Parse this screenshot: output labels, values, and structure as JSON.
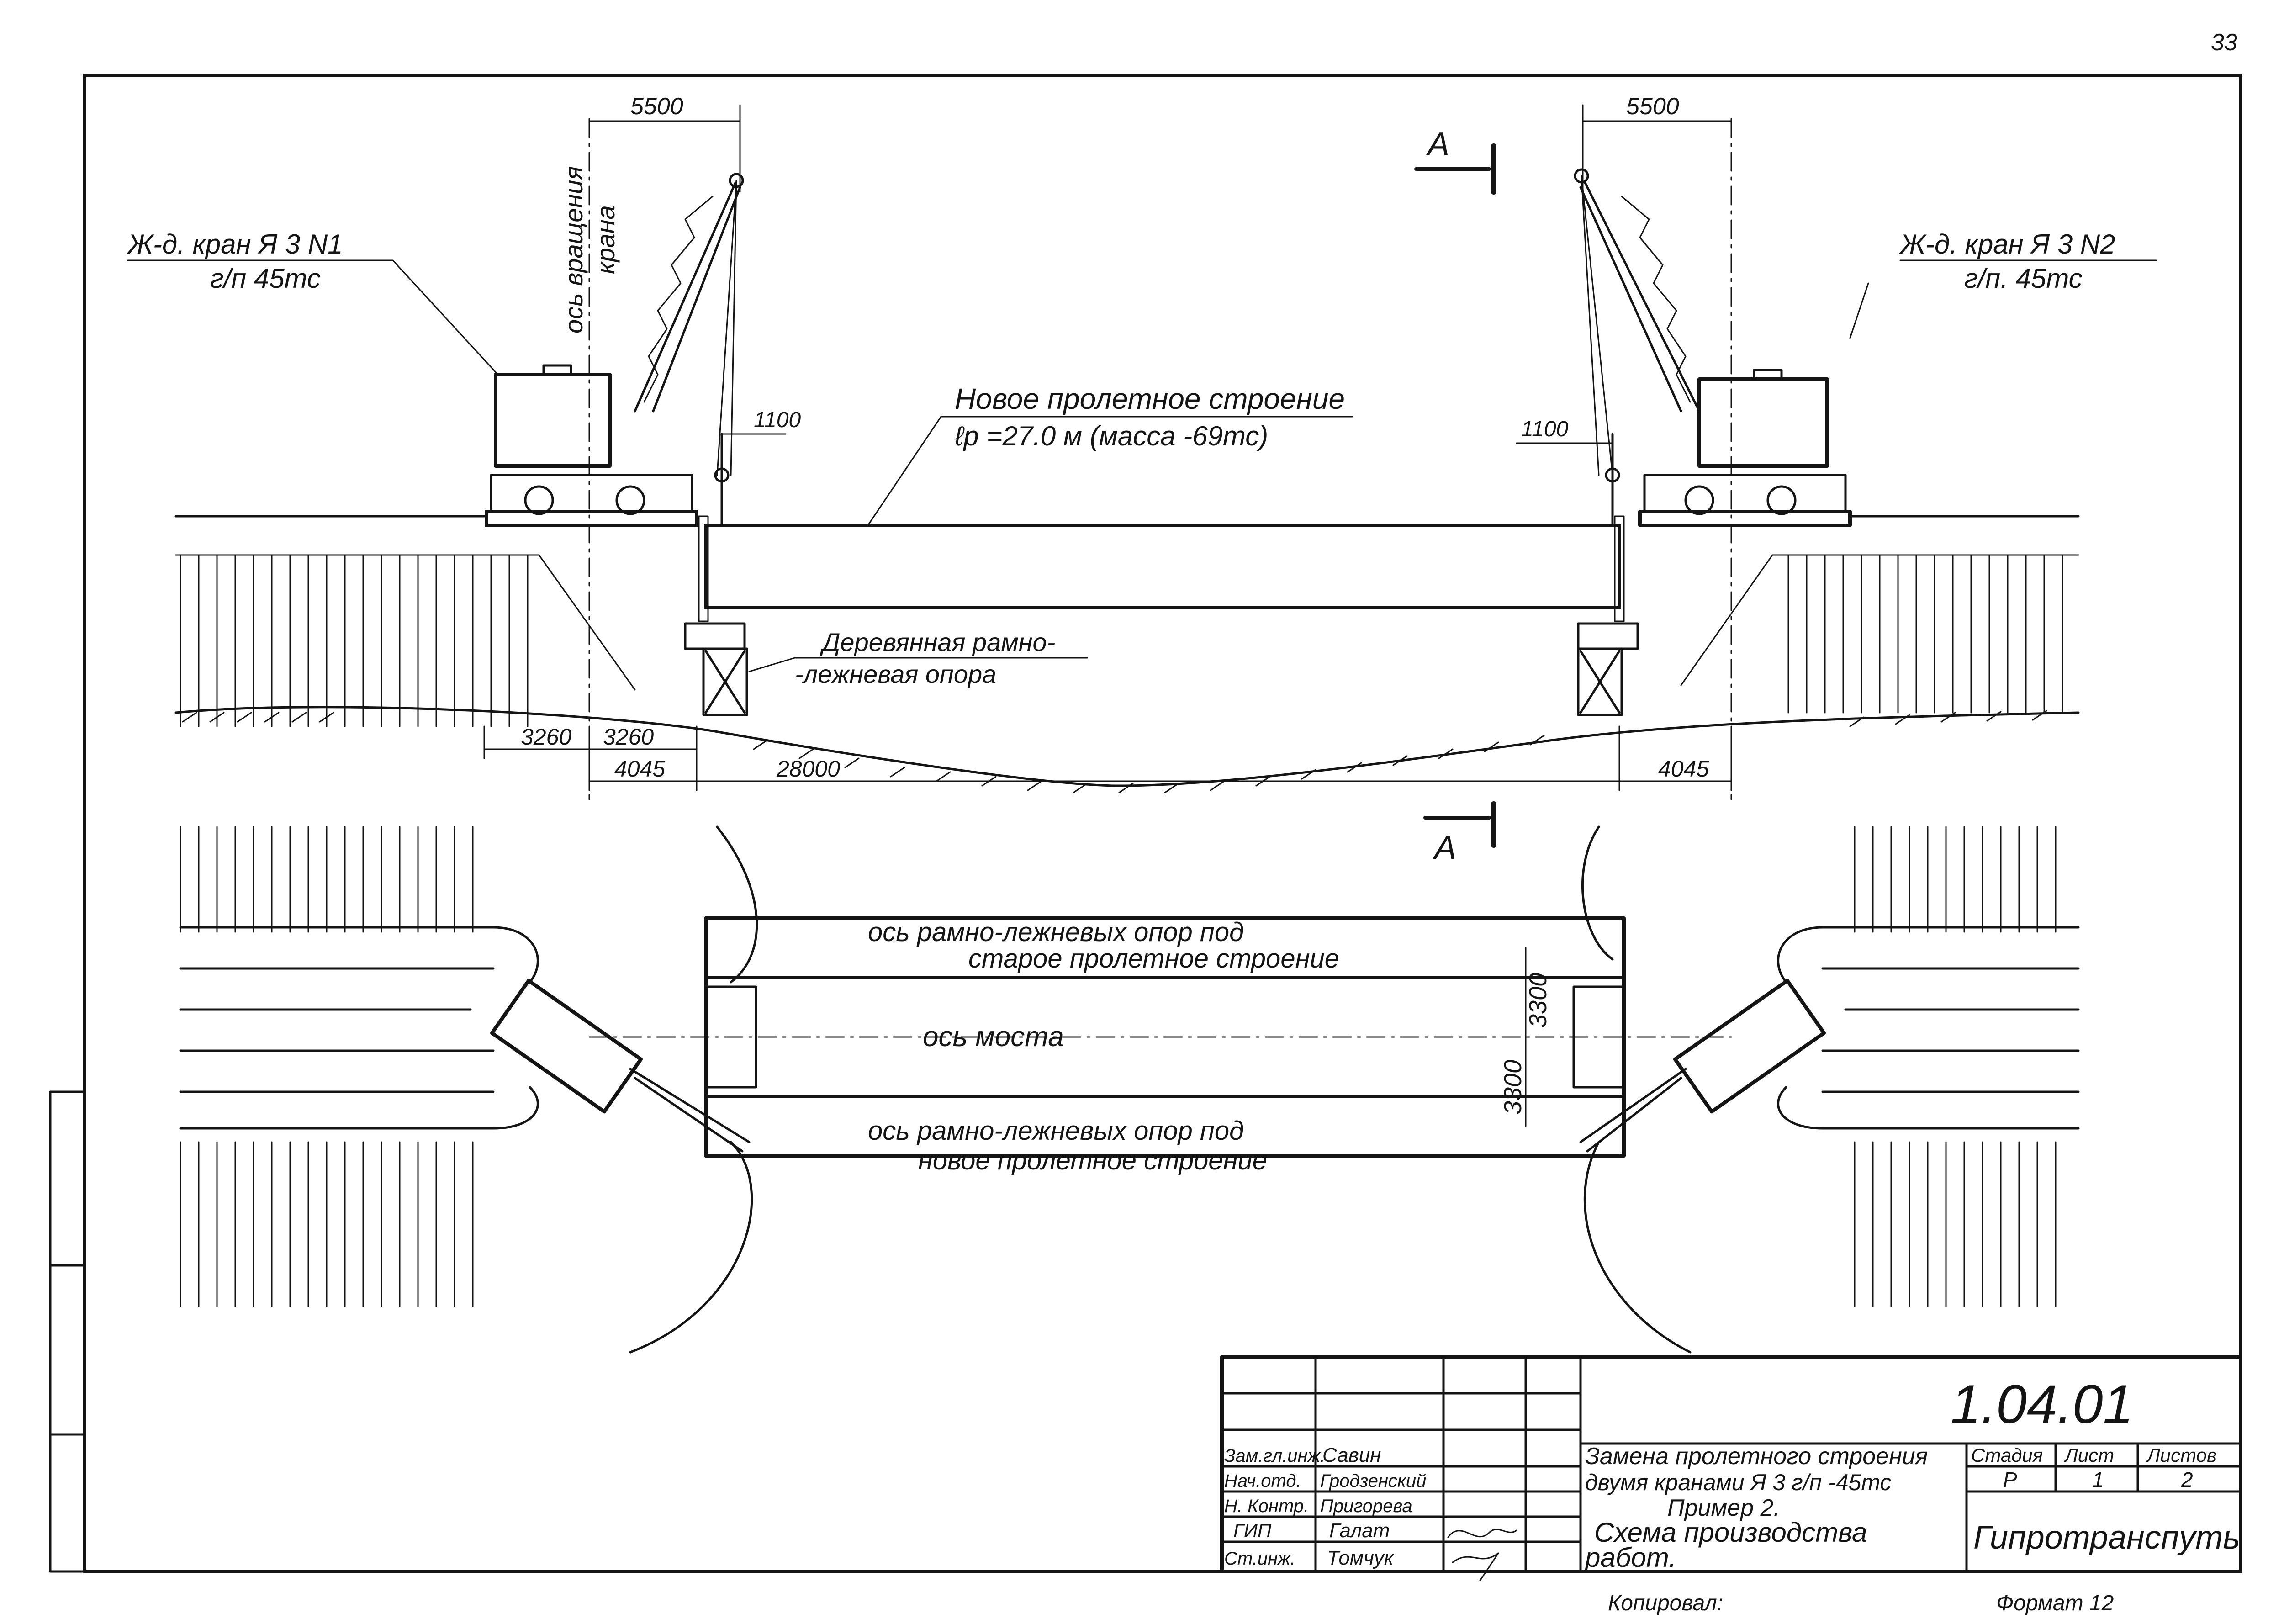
{
  "page_number": "33",
  "section_marks": {
    "top": "А",
    "bottom": "А"
  },
  "elevation": {
    "crane_left_label": "Ж-д. кран Я 3  N1",
    "crane_left_capacity": "г/п 45тс",
    "crane_right_label": "Ж-д. кран Я 3  N2",
    "crane_right_capacity": "г/п. 45тс",
    "rotation_axis_label_1": "ось вращения",
    "rotation_axis_label_2": "крана",
    "new_span_label": "Новое пролетное строение",
    "new_span_params": "ℓр =27.0 м (масса -69тс)",
    "support_label_1": "Деревянная рамно-",
    "support_label_2": "-лежневая опора",
    "dims": {
      "reach_left": "5500",
      "reach_right": "5500",
      "hook_left": "1100",
      "hook_right": "1100",
      "d3260_a": "3260",
      "d3260_b": "3260",
      "d4045_left": "4045",
      "d28000": "28000",
      "d4045_right": "4045"
    }
  },
  "plan": {
    "old_support_axis_1": "ось  рамно-лежневых опор под",
    "old_support_axis_2": "старое пролетное строение",
    "bridge_axis": "ось  моста",
    "new_support_axis_1": "ось рамно-лежневых опор под",
    "new_support_axis_2": "новое пролетное строение",
    "dim_3300_a": "3300",
    "dim_3300_b": "3300"
  },
  "title_block": {
    "doc_code": "1.04.01",
    "roles": [
      "Зам.гл.инж.",
      "Нач.отд.",
      "Н. Контр.",
      "ГИП",
      "Ст.инж."
    ],
    "names": [
      "Савин",
      "Гродзенский",
      "Пригорева",
      "Галат",
      "Томчук"
    ],
    "title_1": "Замена пролетного строения",
    "title_2": "двумя кранами Я 3  г/п -45тс",
    "title_3": "Пример 2.",
    "sheet_title_1": "Схема  производства",
    "sheet_title_2": "работ.",
    "col_stage": "Стадия",
    "col_sheet": "Лист",
    "col_sheets": "Листов",
    "stage": "Р",
    "sheet": "1",
    "sheets": "2",
    "organization": "Гипротранспуть"
  },
  "footer": {
    "copied": "Копировал:",
    "format": "Формат 12"
  }
}
